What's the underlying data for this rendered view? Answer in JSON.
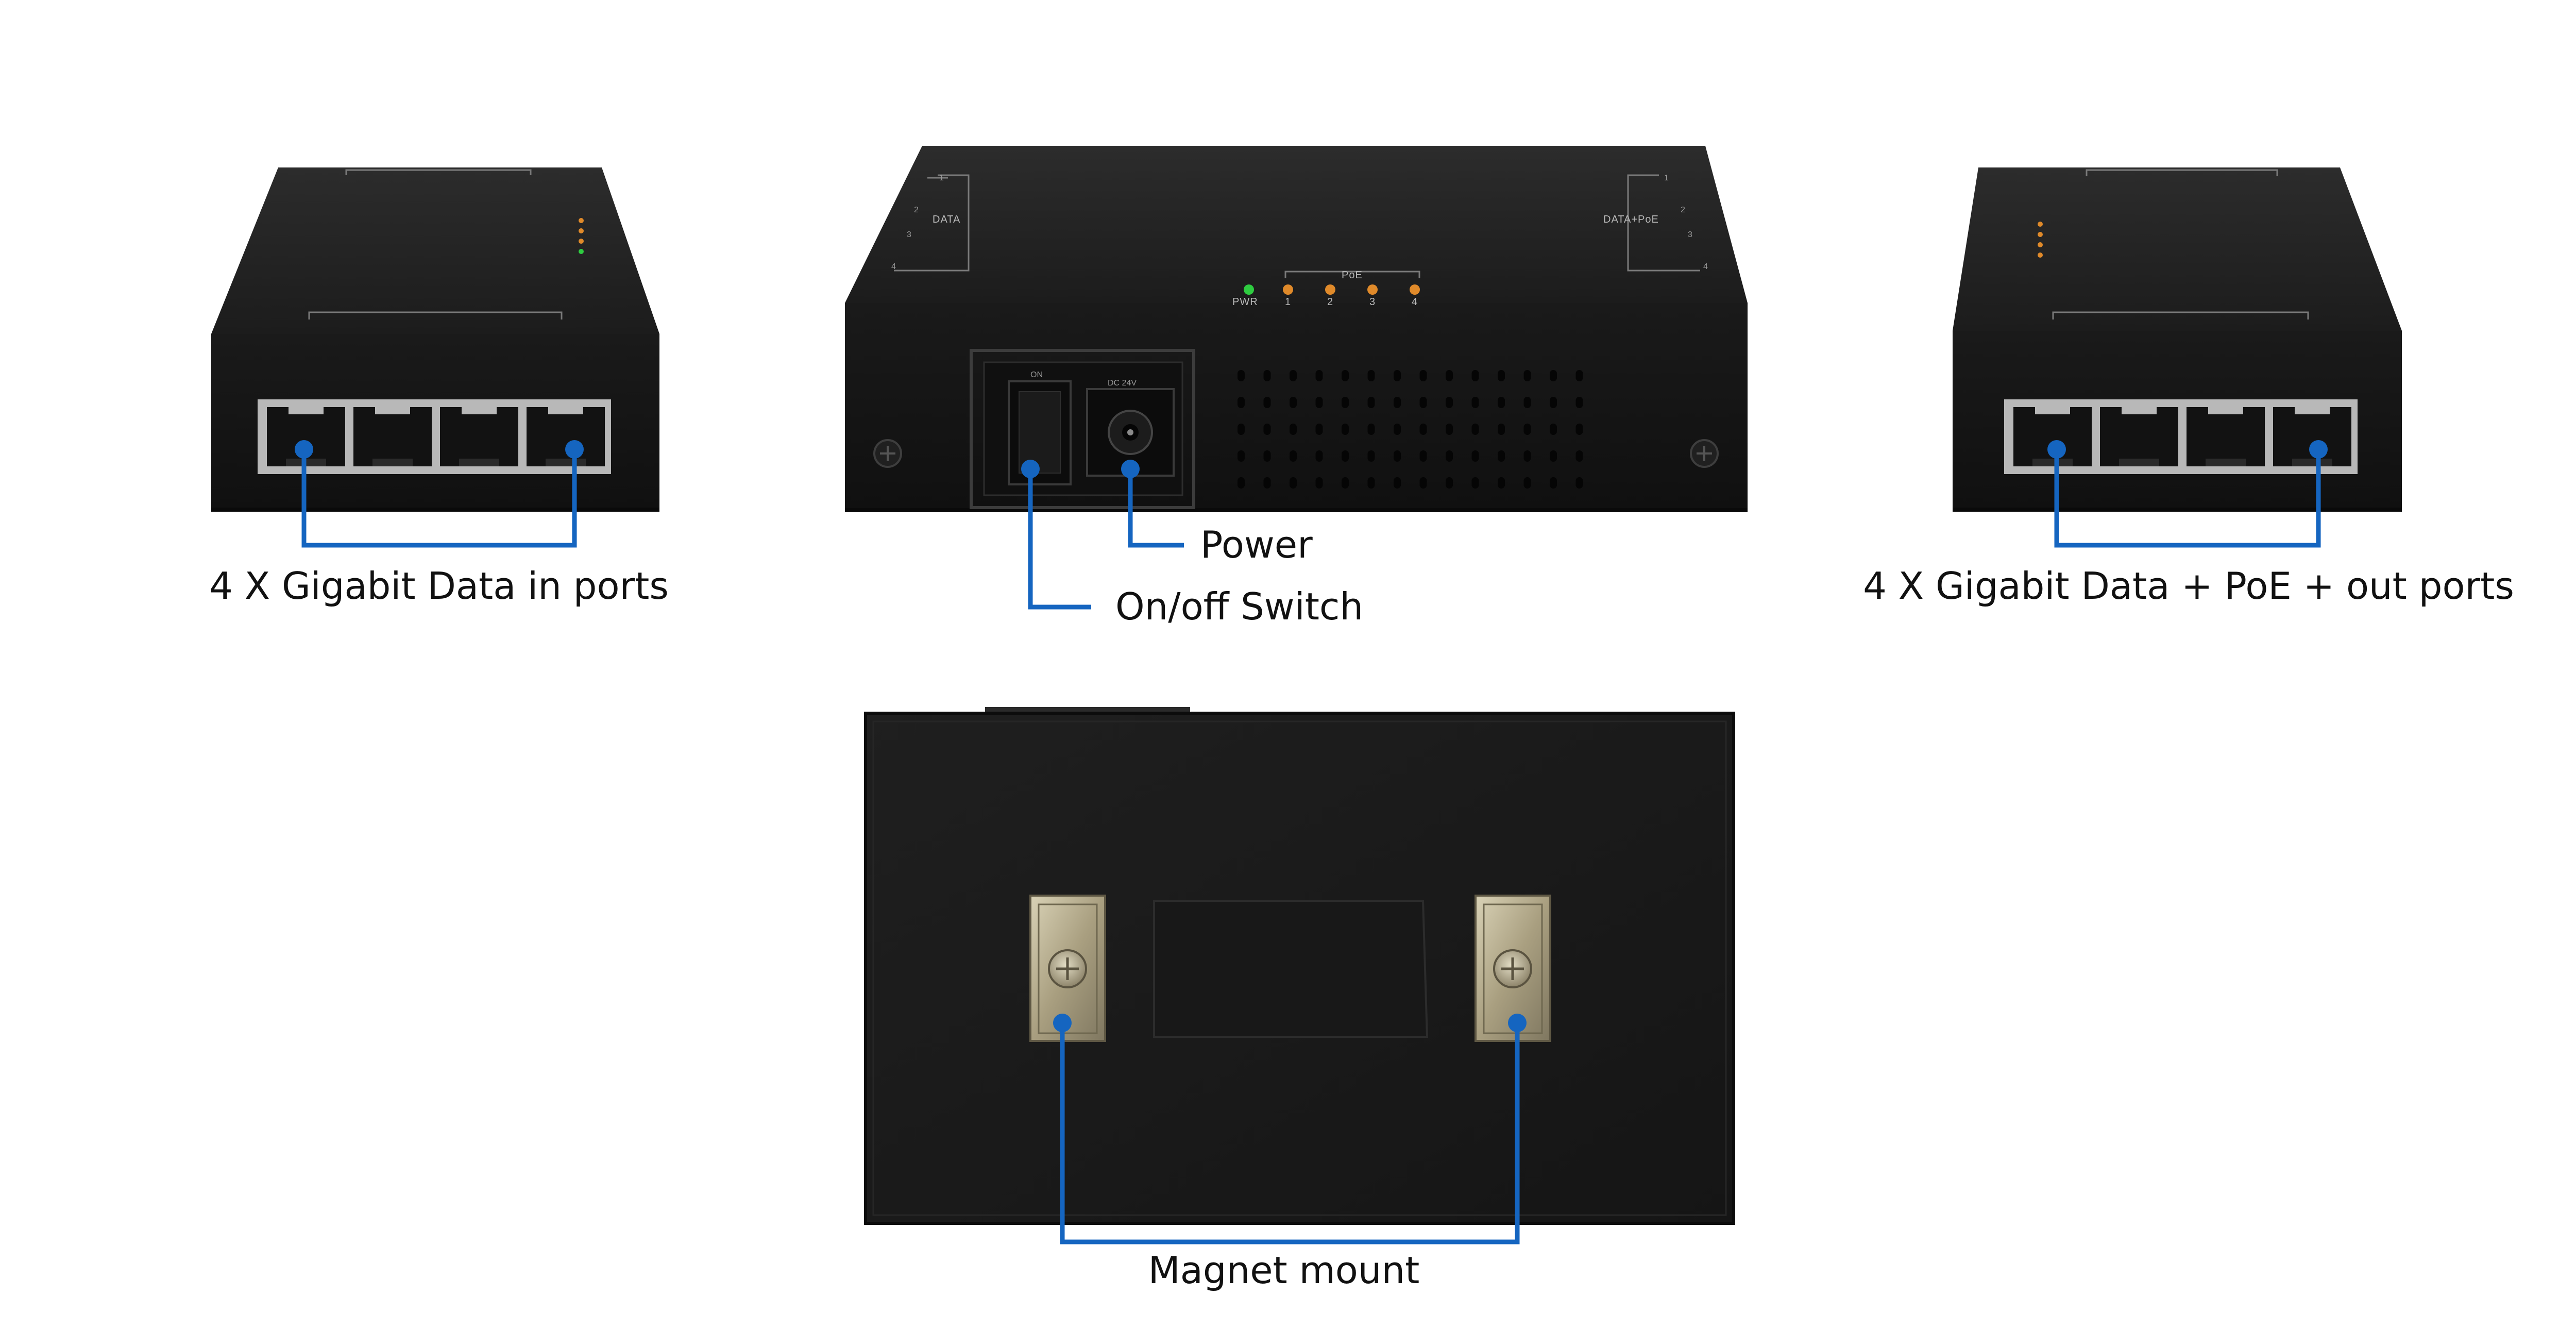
{
  "colors": {
    "callout_line": "#1565c0",
    "device_body": "#1d1d1d",
    "device_face": "#141414",
    "port_frame": "#b8b8b8",
    "led_green": "#2ecc40",
    "led_amber": "#e08a2a",
    "callout_text": "#111111"
  },
  "callouts": {
    "data_in": "4 X Gigabit Data in ports",
    "power": "Power",
    "switch": "On/off Switch",
    "data_out": "4 X Gigabit Data + PoE + out ports",
    "magnet": "Magnet mount"
  },
  "front_panel": {
    "left_group_label": "DATA",
    "right_group_label": "DATA+PoE",
    "port_numbers": [
      "1",
      "2",
      "3",
      "4"
    ],
    "poe_label": "PoE",
    "pwr_label": "PWR",
    "switch_label": "ON",
    "jack_label": "DC 24V"
  },
  "icons": {
    "screw_left": "screw-icon",
    "screw_right": "screw-icon"
  }
}
